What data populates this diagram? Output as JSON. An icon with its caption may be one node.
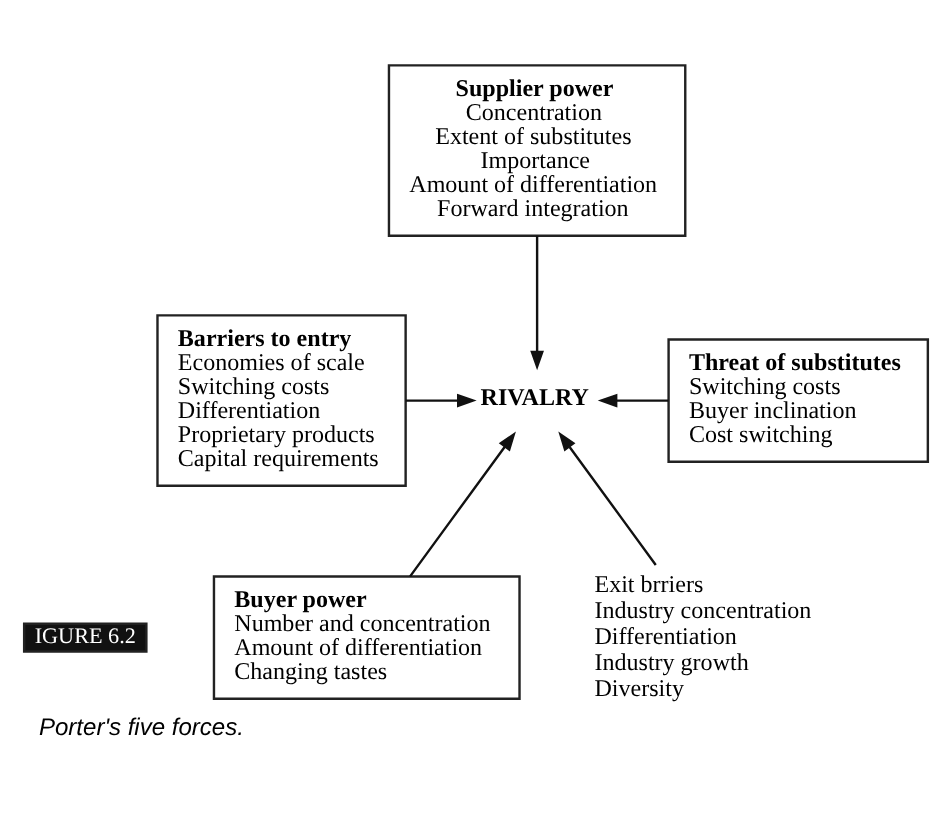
{
  "diagram": {
    "caption": "Porter's five forces.",
    "nodes": [
      {
        "text": [
          "Supplier power",
          "Concentration",
          "Extent of substitutes",
          "Importance",
          "Amount of differentiation",
          "Forward integration"
        ]
      },
      {
        "text": [
          "Barriers to entry",
          "Economies of scale",
          "Switching costs",
          "Differentiation",
          "Proprietary products",
          "Capital requirements"
        ]
      },
      {
        "text": [
          "RIVALRY"
        ]
      },
      {
        "text": [
          "Threat of substitutes",
          "Switching costs",
          "Buyer inclination",
          "Cost switching"
        ]
      },
      {
        "text": [
          "Buyer power",
          "Number and concentration",
          "Amount of differentiation",
          "Changing tastes"
        ]
      },
      {
        "text": [
          "Exit brriers",
          "Industry concentration",
          "Differentiation",
          "Industry growth",
          "Diversity"
        ]
      }
    ],
    "edges": [
      {
        "from": 0,
        "to": 2,
        "arrow": "to"
      },
      {
        "from": 1,
        "to": 2,
        "arrow": "to"
      },
      {
        "from": 3,
        "to": 2,
        "arrow": "to"
      },
      {
        "from": 4,
        "to": 2,
        "arrow": "to"
      },
      {
        "from": 5,
        "to": 2,
        "arrow": "to"
      }
    ],
    "labels": [
      "IGURE 6.2"
    ]
  }
}
